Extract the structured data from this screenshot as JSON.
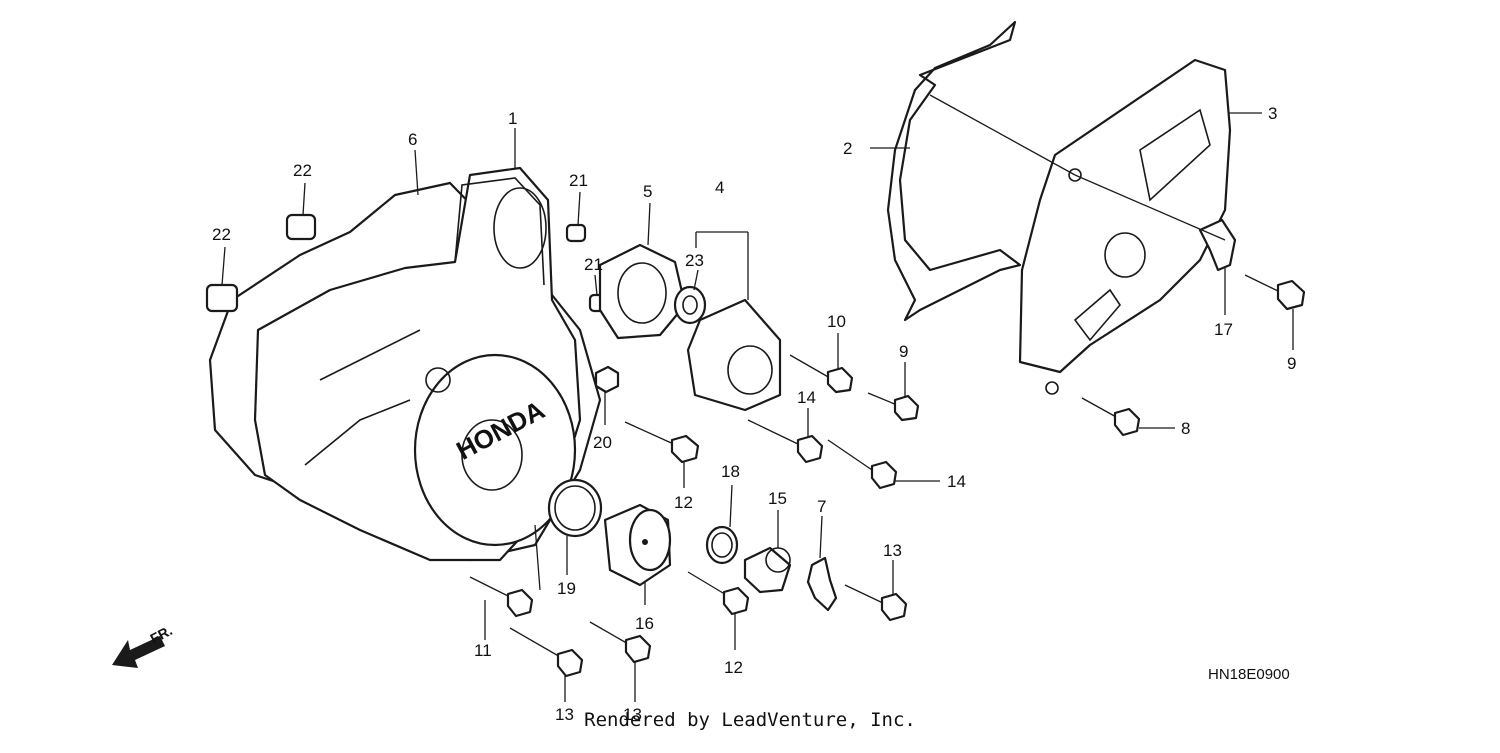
{
  "diagram": {
    "code": "HN18E0900",
    "footer": "Rendered by LeadVenture, Inc.",
    "direction_label": "FR.",
    "brand_mark": "HONDA",
    "callouts": [
      "1",
      "2",
      "3",
      "4",
      "5",
      "6",
      "7",
      "8",
      "9",
      "9",
      "10",
      "11",
      "12",
      "12",
      "13",
      "13",
      "13",
      "14",
      "14",
      "15",
      "16",
      "17",
      "18",
      "19",
      "20",
      "21",
      "21",
      "22",
      "22",
      "23"
    ]
  }
}
